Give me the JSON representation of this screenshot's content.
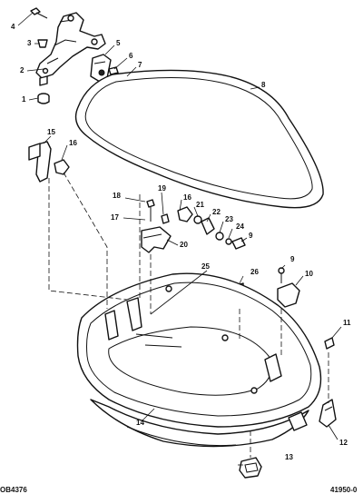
{
  "callouts": [
    {
      "id": "c1",
      "text": "1"
    },
    {
      "id": "c2",
      "text": "2"
    },
    {
      "id": "c3",
      "text": "3"
    },
    {
      "id": "c4",
      "text": "4"
    },
    {
      "id": "c5",
      "text": "5"
    },
    {
      "id": "c6",
      "text": "6"
    },
    {
      "id": "c7",
      "text": "7"
    },
    {
      "id": "c8",
      "text": "8"
    },
    {
      "id": "c9a",
      "text": "9"
    },
    {
      "id": "c9b",
      "text": "9"
    },
    {
      "id": "c10",
      "text": "10"
    },
    {
      "id": "c11",
      "text": "11"
    },
    {
      "id": "c12",
      "text": "12"
    },
    {
      "id": "c13",
      "text": "13"
    },
    {
      "id": "c14",
      "text": "14"
    },
    {
      "id": "c15",
      "text": "15"
    },
    {
      "id": "c16a",
      "text": "16"
    },
    {
      "id": "c16b",
      "text": "16"
    },
    {
      "id": "c17",
      "text": "17"
    },
    {
      "id": "c18",
      "text": "18"
    },
    {
      "id": "c19",
      "text": "19"
    },
    {
      "id": "c20",
      "text": "20"
    },
    {
      "id": "c21",
      "text": "21"
    },
    {
      "id": "c22",
      "text": "22"
    },
    {
      "id": "c23",
      "text": "23"
    },
    {
      "id": "c24",
      "text": "24"
    },
    {
      "id": "c25",
      "text": "25"
    },
    {
      "id": "c26",
      "text": "26"
    }
  ],
  "footer": {
    "left_code": "OB4376",
    "right_code": "41950-0"
  }
}
